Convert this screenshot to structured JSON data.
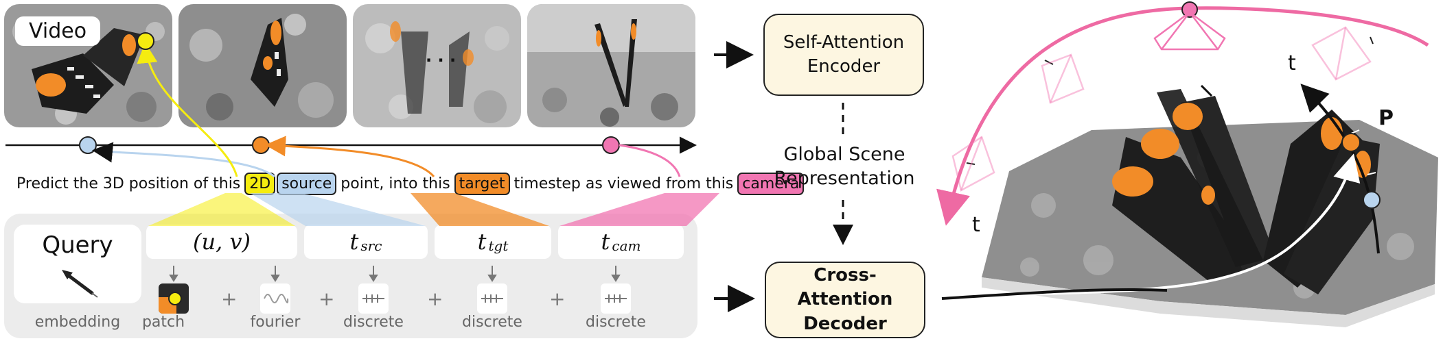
{
  "video": {
    "label": "Video",
    "frames": [
      "video-frame-1",
      "video-frame-2",
      "video-frame-3",
      "video-frame-4"
    ],
    "ellipsis": "· · ·"
  },
  "sentence": {
    "part1": "Predict the 3D position of this",
    "tag_2d": "2D",
    "tag_source": "source",
    "part2": "point, into this",
    "tag_target": "target",
    "part3": "timestep as viewed from this",
    "tag_camera": "camera"
  },
  "query": {
    "title": "Query",
    "embedding_label": "embedding",
    "inputs": [
      {
        "main": "(u, v)",
        "sub": ""
      },
      {
        "main": "t",
        "sub": "src"
      },
      {
        "main": "t",
        "sub": "tgt"
      },
      {
        "main": "t",
        "sub": "cam"
      }
    ],
    "encodings": [
      "patch",
      "fourier",
      "discrete",
      "discrete",
      "discrete"
    ],
    "plus": "+"
  },
  "model": {
    "encoder": [
      "Self-Attention",
      "Encoder"
    ],
    "scene": [
      "Global Scene",
      "Representation"
    ],
    "decoder": [
      "Cross-Attention",
      "Decoder"
    ]
  },
  "scene3d": {
    "t_label": "t",
    "p_label": "P"
  },
  "colors": {
    "yellow": "#f5ec10",
    "blue": "#b9d4ee",
    "orange": "#f28c28",
    "pink": "#f176b2",
    "box_fill": "#fdf6e1",
    "arc_pink": "#ee6aa3"
  }
}
